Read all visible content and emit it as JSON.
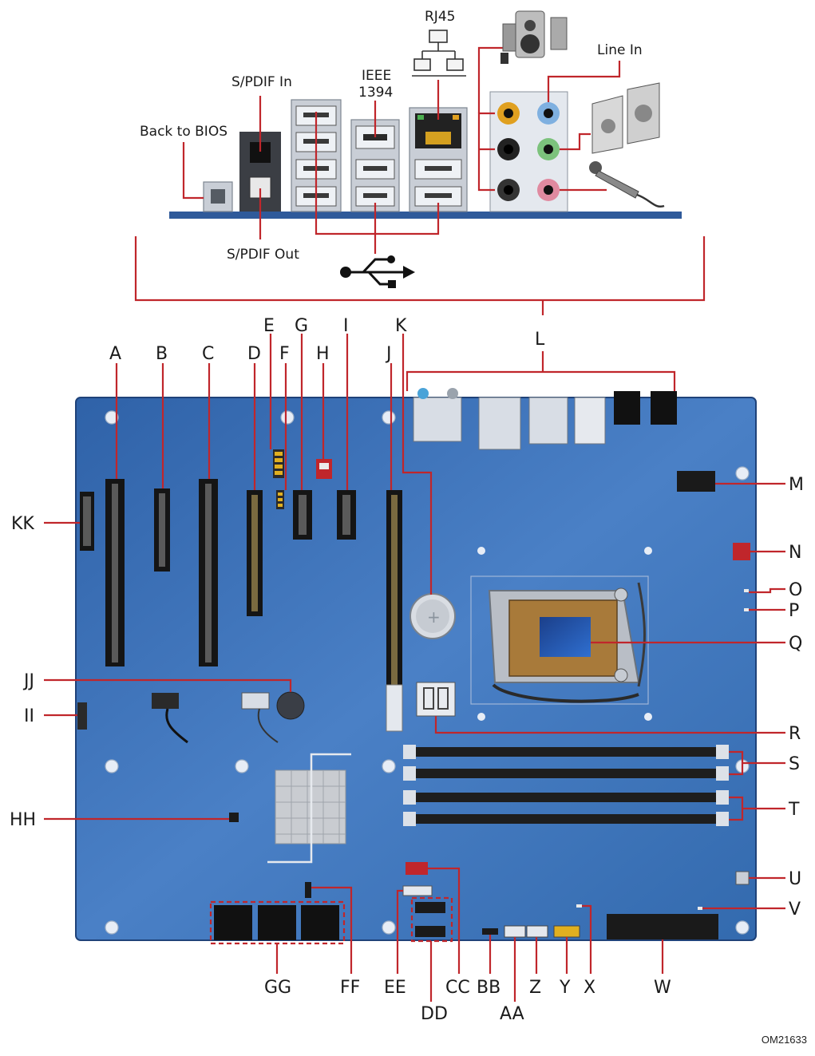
{
  "io_labels": {
    "back_to_bios": "Back to BIOS",
    "spdif_in": "S/PDIF In",
    "spdif_out": "S/PDIF Out",
    "ieee_line1": "IEEE",
    "ieee_line2": "1394",
    "rj45": "RJ45",
    "line_in": "Line In"
  },
  "callouts": {
    "A": "A",
    "B": "B",
    "C": "C",
    "D": "D",
    "E": "E",
    "F": "F",
    "G": "G",
    "H": "H",
    "I": "I",
    "J": "J",
    "K": "K",
    "L": "L",
    "M": "M",
    "N": "N",
    "O": "O",
    "P": "P",
    "Q": "Q",
    "R": "R",
    "S": "S",
    "T": "T",
    "U": "U",
    "V": "V",
    "W": "W",
    "X": "X",
    "Y": "Y",
    "Z": "Z",
    "AA": "AA",
    "BB": "BB",
    "CC": "CC",
    "DD": "DD",
    "EE": "EE",
    "FF": "FF",
    "GG": "GG",
    "HH": "HH",
    "II": "II",
    "JJ": "JJ",
    "KK": "KK"
  },
  "caption": "OM21633",
  "colors": {
    "board": "#3a6fb5",
    "leader": "#c0262b",
    "io_plate": "#2f5a9a"
  },
  "icons": [
    "usb-icon",
    "network-icon",
    "speakers-icon",
    "microphone-icon"
  ]
}
